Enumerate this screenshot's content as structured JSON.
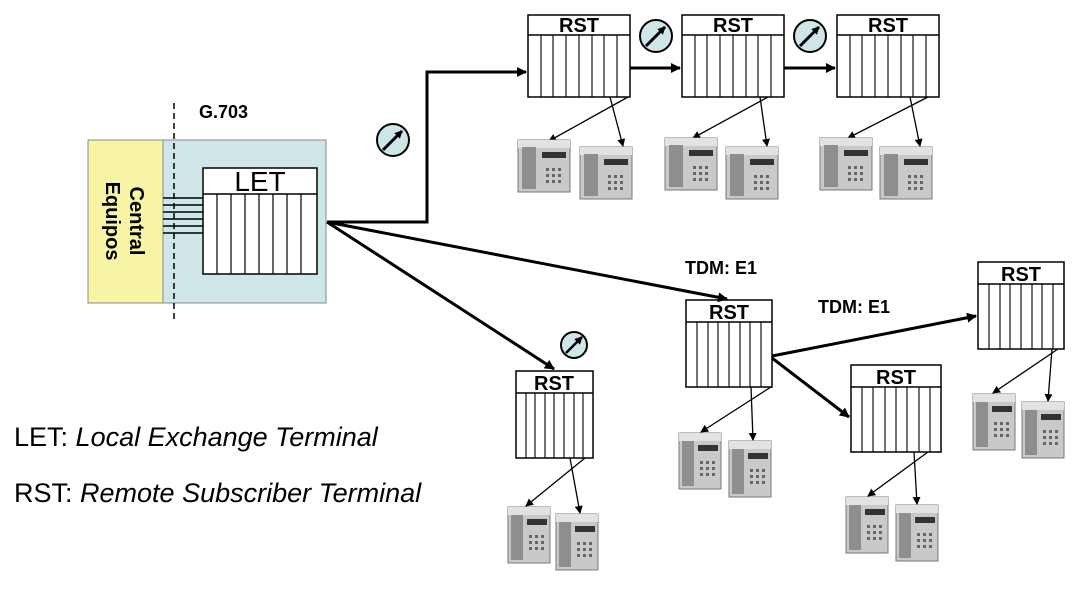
{
  "labels": {
    "g703": "G.703",
    "equipos": "Equipos",
    "central": "Central",
    "let": "LET",
    "rst": "RST",
    "tdm_upper": "TDM: E1",
    "tdm_lower": "TDM: E1"
  },
  "legend": {
    "let_abbr": "LET:",
    "let_full": "Local Exchange Terminal",
    "rst_abbr": "RST:",
    "rst_full": "Remote Subscriber Terminal"
  },
  "icons": {
    "phone": "telephone-icon",
    "meter": "signal-meter-icon"
  },
  "colors": {
    "equipos_fill": "#f7f4a6",
    "exchange_fill": "#cfe6e8",
    "meter_fill": "#cfe6e8",
    "phone_dark": "#8e8e8e",
    "phone_light": "#c9c9c9"
  }
}
